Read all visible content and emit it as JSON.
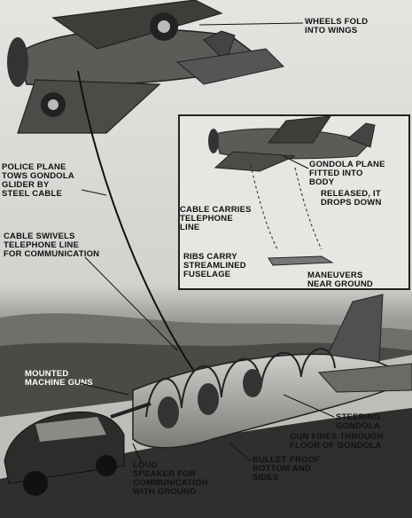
{
  "labels": {
    "wheels_fold": "WHEELS FOLD\nINTO WINGS",
    "police_plane": "POLICE PLANE\nTOWS GONDOLA\nGLIDER BY\nSTEEL  CABLE",
    "cable_swivels": "CABLE SWIVELS\nTELEPHONE LINE\nFOR COMMUNICATION",
    "gondola_plane": "GONDOLA PLANE\nFITTED INTO\nBODY",
    "released": "RELEASED, IT\nDROPS DOWN",
    "cable_carries": "CABLE CARRIES\nTELEPHONE\nLINE",
    "ribs_carry": "RIBS CARRY\nSTREAMLINED\nFUSELAGE",
    "maneuvers": "MANEUVERS\nNEAR GROUND",
    "mounted_guns": "MOUNTED\nMACHINE GUNS",
    "steering": "STEERING\nGONDOLA",
    "gun_fires": "GUN FIRES THROUGH\nFLOOR OF GONDOLA",
    "loud_speaker": "LOUD\nSPEAKER FOR\nCOMMUNICATION\nWITH GROUND",
    "bullet_proof": "BULLET PROOF\nBOTTOM AND\nSIDES"
  },
  "colors": {
    "paper": "#d9d9d6",
    "ink": "#111111",
    "sky_dark": "#8d8d8a",
    "ground": "#3a3a38",
    "road": "#bdbdb9"
  }
}
